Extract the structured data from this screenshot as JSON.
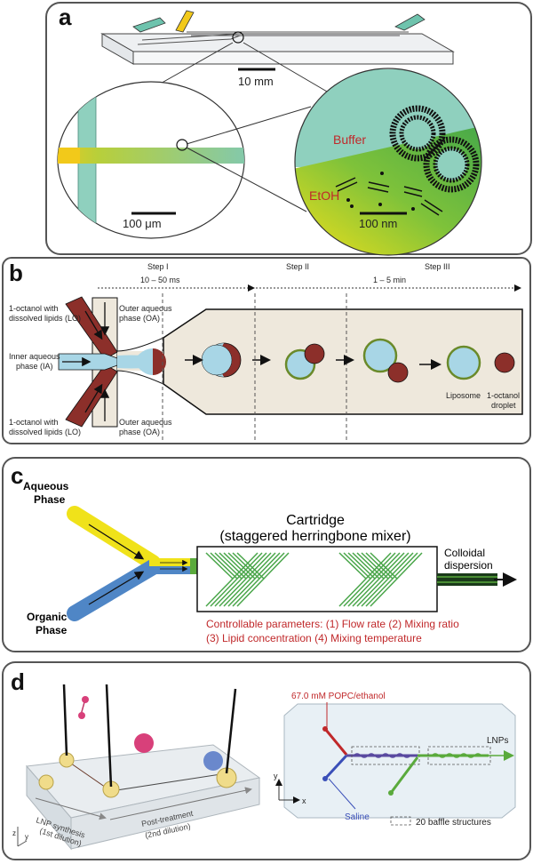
{
  "panel_a": {
    "letter": "a",
    "scale_top": "10 mm",
    "scale_left": "100 μm",
    "scale_right": "100 nm",
    "label_buffer": "Buffer",
    "label_etoh": "EtOH"
  },
  "panel_b": {
    "letter": "b",
    "step1": "Step I",
    "step2": "Step II",
    "step3": "Step III",
    "time1": "10 – 50 ms",
    "time2": "1 – 5 min",
    "lo_top_1": "1-octanol with",
    "lo_top_2": "dissolved lipids (LO)",
    "oa_top_1": "Outer aqueous",
    "oa_top_2": "phase (OA)",
    "ia_1": "Inner aqueous",
    "ia_2": "phase (IA)",
    "lo_bot_1": "1-octanol with",
    "lo_bot_2": "dissolved lipids (LO)",
    "oa_bot_1": "Outer aqueous",
    "oa_bot_2": "phase (OA)",
    "liposome": "Liposome",
    "droplet_1": "1-octanol",
    "droplet_2": "droplet"
  },
  "panel_c": {
    "letter": "c",
    "aqueous_1": "Aqueous",
    "aqueous_2": "Phase",
    "organic_1": "Organic",
    "organic_2": "Phase",
    "cartridge_1": "Cartridge",
    "cartridge_2": "(staggered herringbone mixer)",
    "colloidal_1": "Colloidal",
    "colloidal_2": "dispersion",
    "params_1": "Controllable parameters: (1) Flow rate (2) Mixing ratio",
    "params_2": "(3) Lipid concentration (4) Mixing temperature"
  },
  "panel_d": {
    "letter": "d",
    "popc": "67.0 mM POPC/ethanol",
    "lnps": "LNPs",
    "saline": "Saline",
    "baffle": "20 baffle structures",
    "lnp_synth_1": "LNP synthesis",
    "lnp_synth_2": "(1st dilution)",
    "post_1": "Post-treatment",
    "post_2": "(2nd dilution)",
    "axis_x": "x",
    "axis_y": "y",
    "axis_z": "z"
  },
  "colors": {
    "teal": "#7fc8b4",
    "yellow": "#f2cf1a",
    "red": "#c0282a",
    "blue": "#3a6fb8",
    "green": "#5aaa3c",
    "lo_red": "#8c2f2a"
  }
}
